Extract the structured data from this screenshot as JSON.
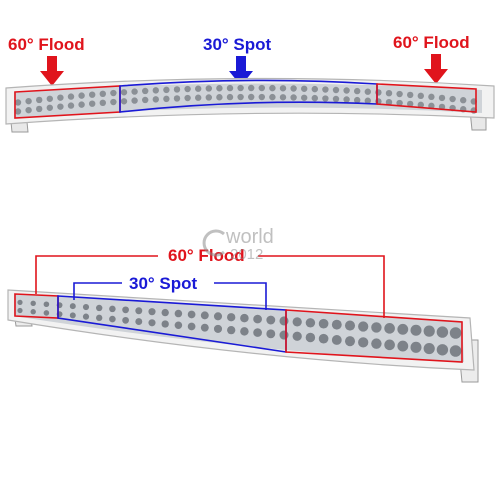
{
  "top": {
    "label_left": "60° Flood",
    "label_center": "30° Spot",
    "label_right": "60° Flood"
  },
  "bottom": {
    "label_flood": "60° Flood",
    "label_spot": "30° Spot"
  },
  "watermark": {
    "line1": "world",
    "line2": "2012"
  },
  "colors": {
    "flood": "#e0141c",
    "spot": "#1a1ad6",
    "bar_body": "#f2f2f2"
  }
}
